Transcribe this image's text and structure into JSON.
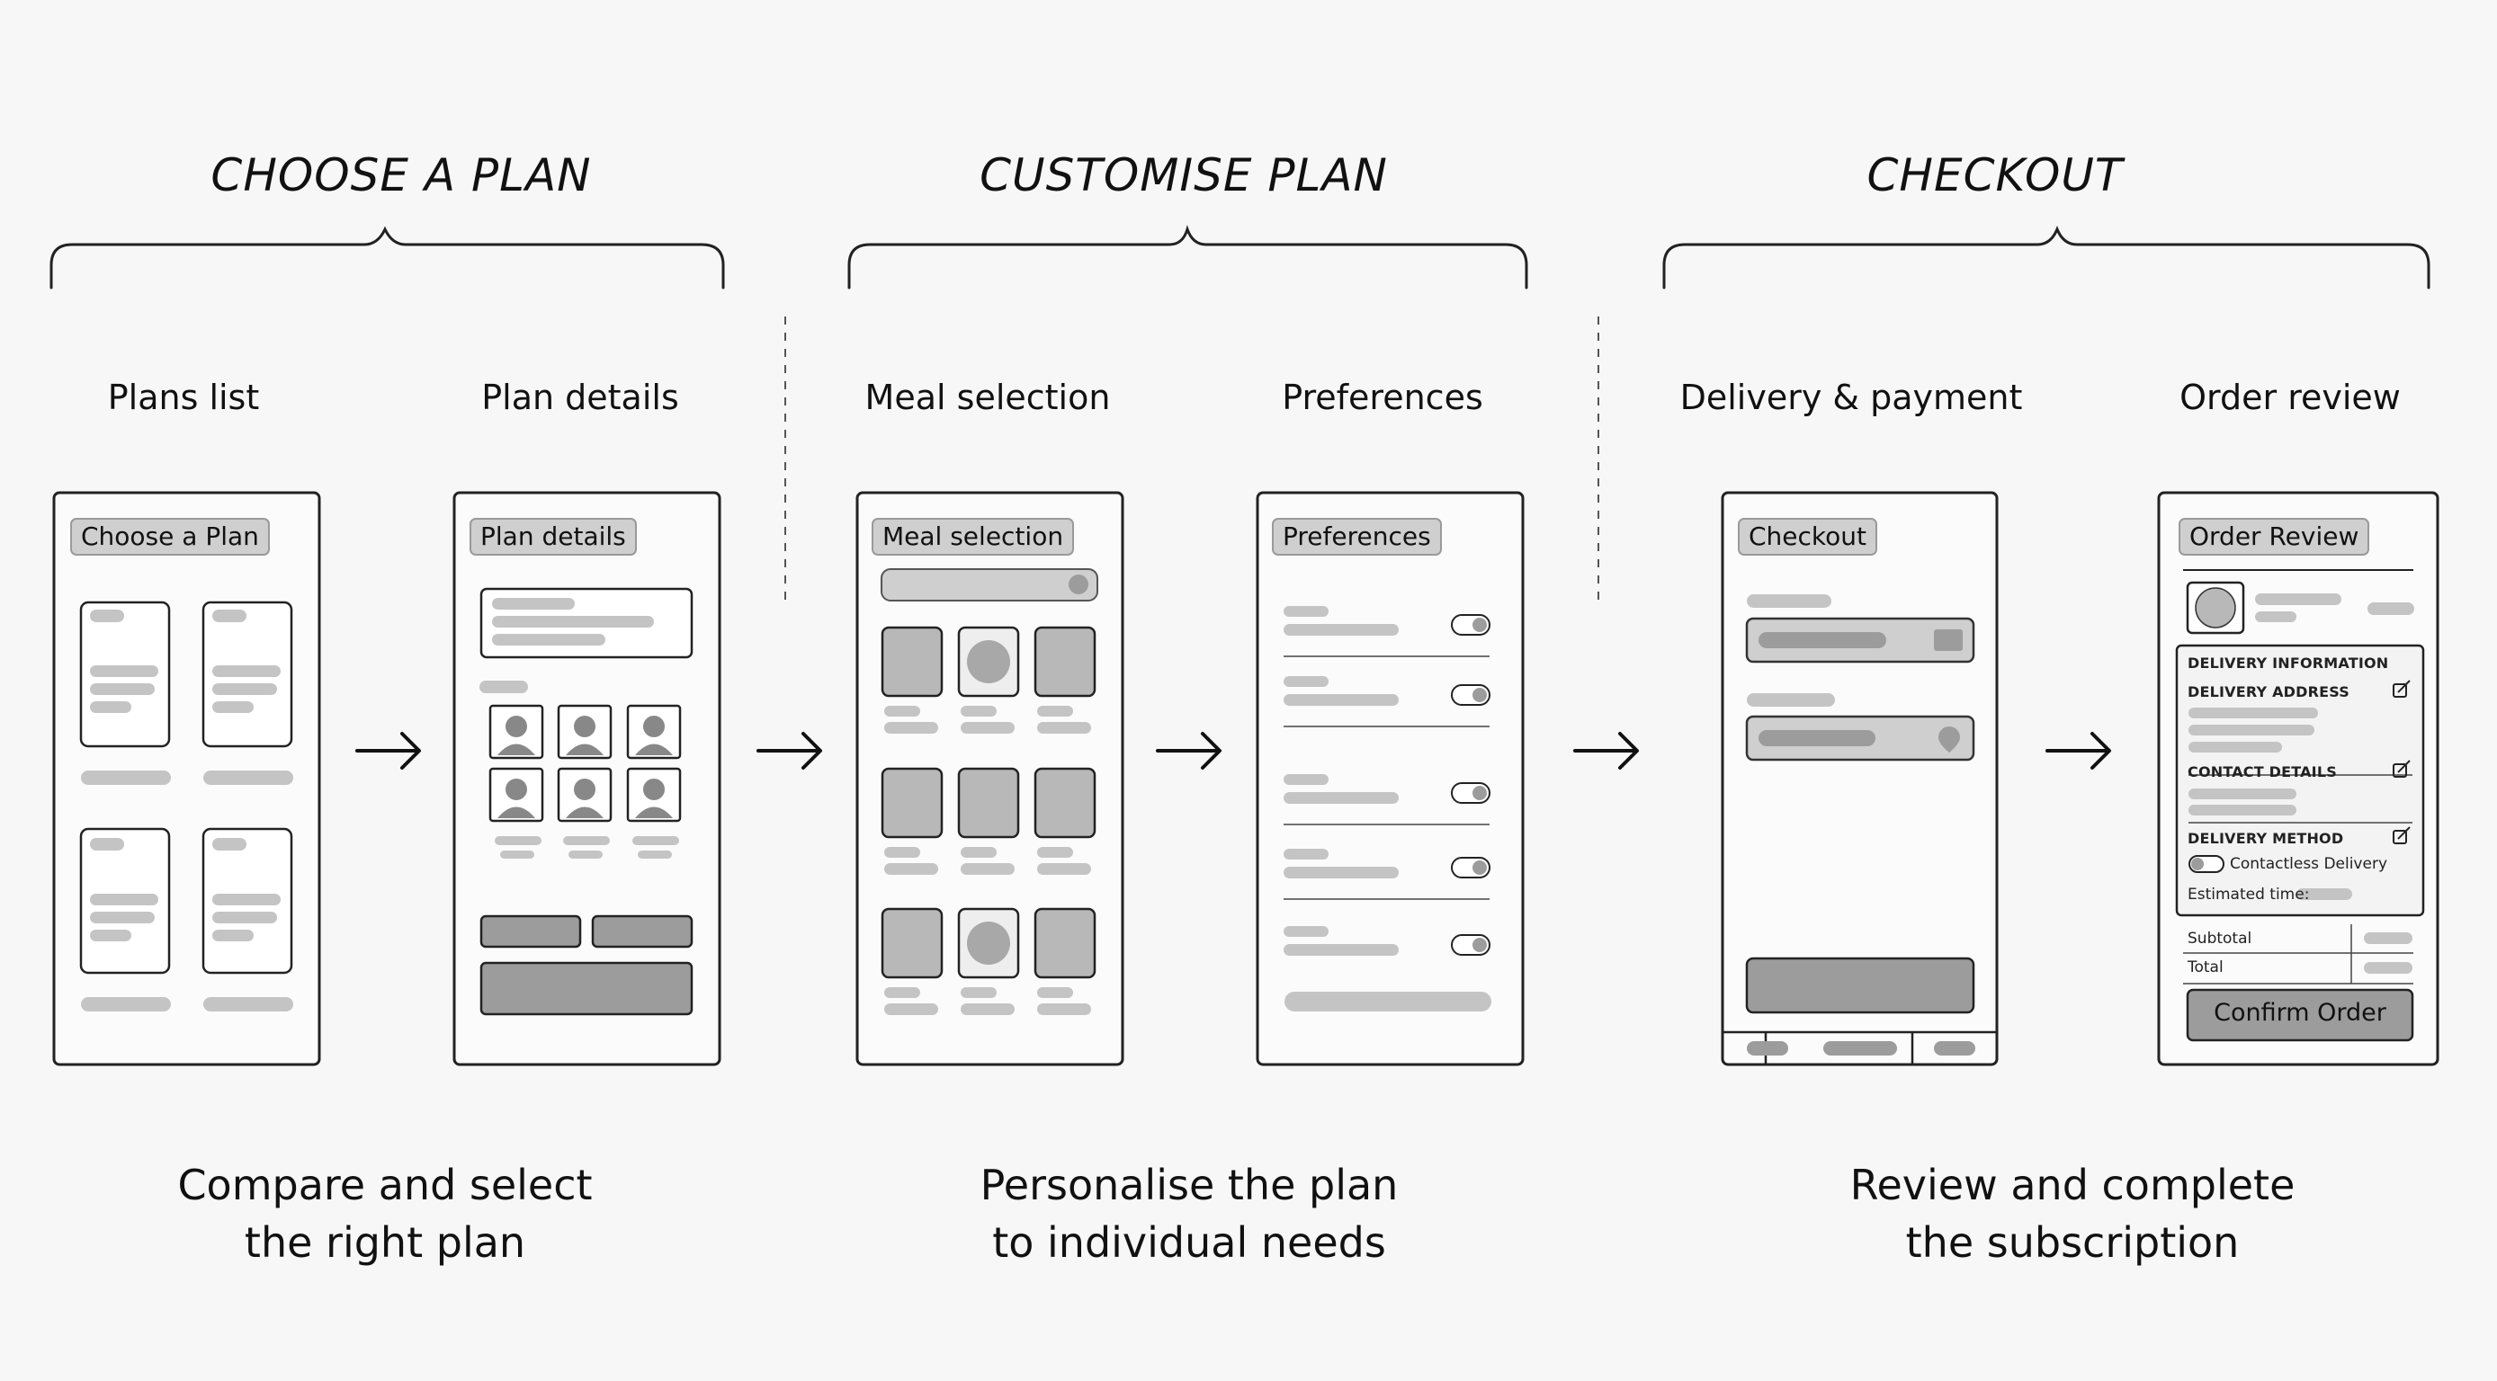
{
  "groups": [
    {
      "title": "CHOOSE A PLAN",
      "description_line1": "Compare and select",
      "description_line2": "the right plan"
    },
    {
      "title": "CUSTOMISE PLAN",
      "description_line1": "Personalise the plan",
      "description_line2": "to individual needs"
    },
    {
      "title": "CHECKOUT",
      "description_line1": "Review and complete",
      "description_line2": "the subscription"
    }
  ],
  "steps": [
    {
      "label": "Plans list",
      "screen_title": "Choose a Plan"
    },
    {
      "label": "Plan details",
      "screen_title": "Plan details"
    },
    {
      "label": "Meal selection",
      "screen_title": "Meal selection"
    },
    {
      "label": "Preferences",
      "screen_title": "Preferences"
    },
    {
      "label": "Delivery & payment",
      "screen_title": "Checkout"
    },
    {
      "label": "Order review",
      "screen_title": "Order Review"
    }
  ],
  "order_review": {
    "section_heading": "DELIVERY INFORMATION",
    "address_heading": "DELIVERY ADDRESS",
    "contact_heading": "CONTACT DETAILS",
    "method_heading": "DELIVERY METHOD",
    "method_option": "Contactless Delivery",
    "estimated_time_label": "Estimated time:",
    "subtotal_label": "Subtotal",
    "total_label": "Total",
    "confirm_button": "Confirm Order"
  },
  "colors": {
    "line": "#222222",
    "placeholder": "#c4c4c4",
    "tile": "#b8b8b8",
    "button": "#9c9c9c",
    "chip": "#cfcfcf",
    "background": "#f7f7f7"
  },
  "icons": {
    "flow_arrow": "arrow-right-icon",
    "edit": "pencil-edit-icon",
    "avatar": "user-avatar-icon",
    "location": "map-pin-icon",
    "toggle": "toggle-switch-icon"
  }
}
